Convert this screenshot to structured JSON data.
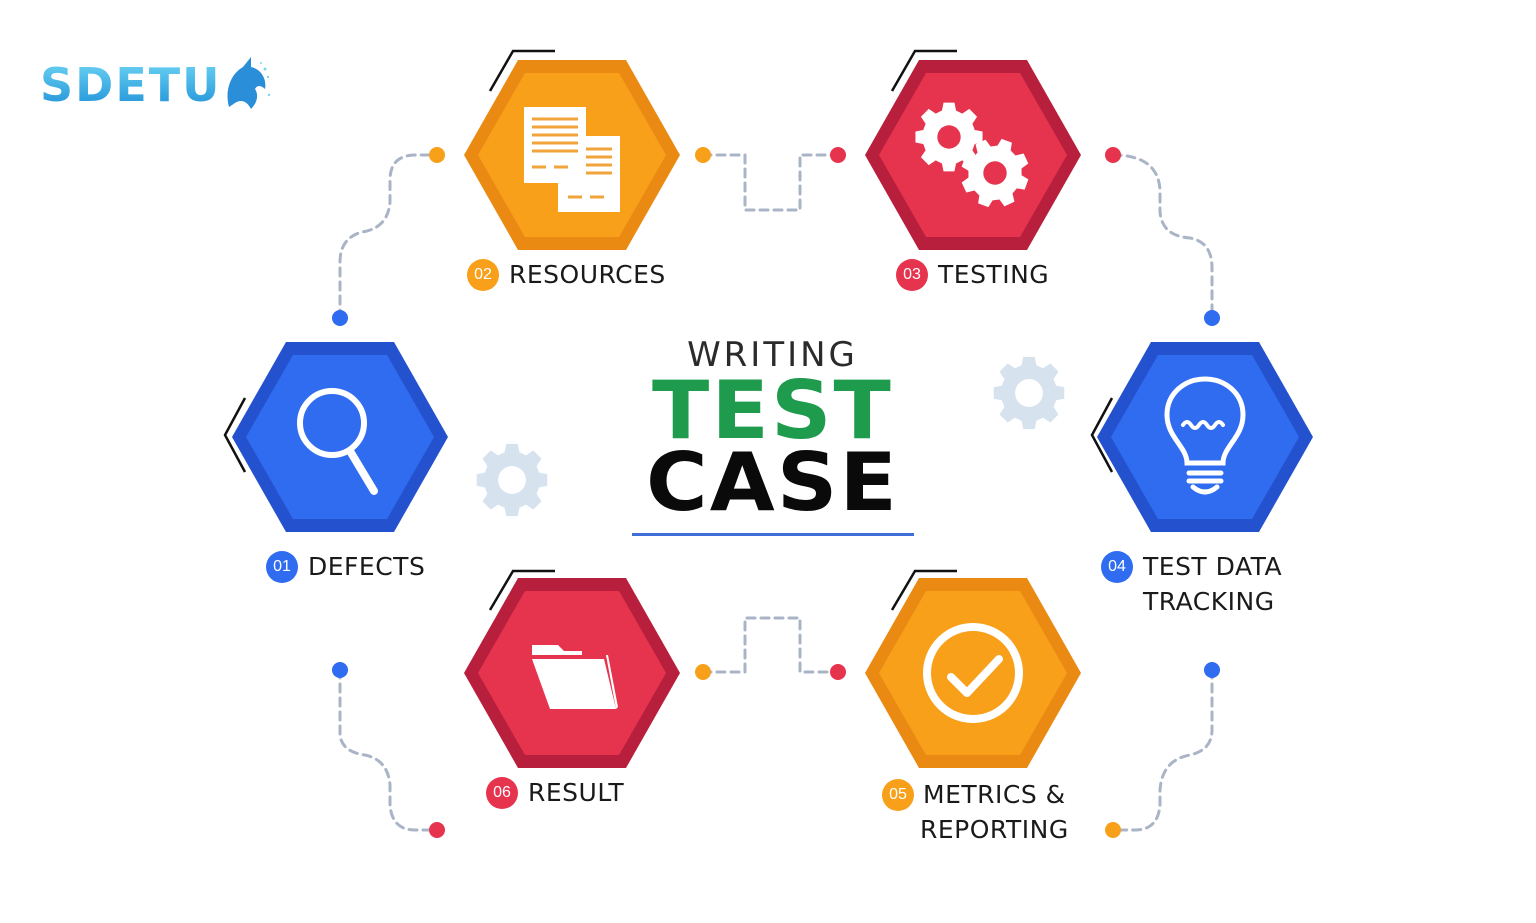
{
  "logo": {
    "text": "SDETU"
  },
  "title": {
    "line1": "WRITING",
    "line2": "TEST",
    "line3": "CASE"
  },
  "colors": {
    "orange": "#f8a01a",
    "orange_dark": "#ea8a12",
    "red": "#e6344f",
    "red_dark": "#b81f3c",
    "blue": "#2f6cf0",
    "blue_dark": "#2452cf",
    "green": "#1e9b4c",
    "connector": "#a9b4c6",
    "gear_light": "#d6e2ee"
  },
  "steps": [
    {
      "number": "01",
      "label": "DEFECTS",
      "icon": "magnifier-icon",
      "color": "blue"
    },
    {
      "number": "02",
      "label": "RESOURCES",
      "icon": "documents-icon",
      "color": "orange"
    },
    {
      "number": "03",
      "label": "TESTING",
      "icon": "gears-icon",
      "color": "red"
    },
    {
      "number": "04",
      "label": "TEST DATA\nTRACKING",
      "icon": "lightbulb-icon",
      "color": "blue"
    },
    {
      "number": "05",
      "label": "METRICS &\nREPORTING",
      "icon": "check-circle-icon",
      "color": "orange"
    },
    {
      "number": "06",
      "label": "RESULT",
      "icon": "folder-icon",
      "color": "red"
    }
  ]
}
